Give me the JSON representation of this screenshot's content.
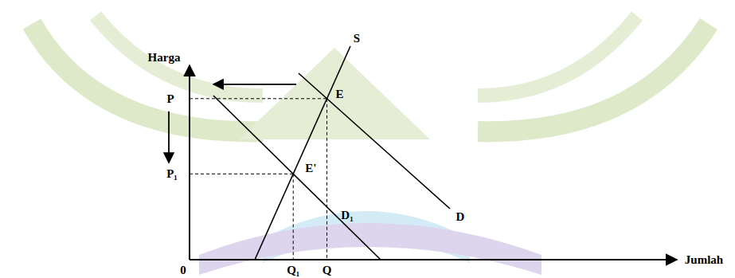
{
  "diagram": {
    "labels": [
      "Harga",
      "S",
      "P",
      "E",
      "P₁",
      "E'",
      "D₁",
      "D",
      "0",
      "Q₁",
      "Q",
      "Jumlah"
    ]
  }
}
